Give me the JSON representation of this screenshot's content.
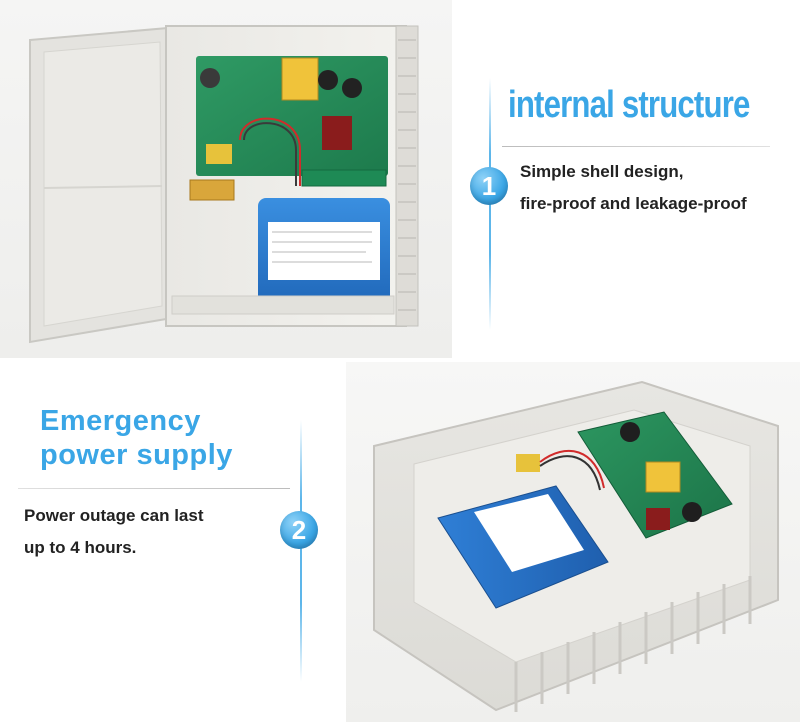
{
  "theme": {
    "accent": "#3aa6e6",
    "accent_light": "#7cc8f2",
    "text_dark": "#222222"
  },
  "section_1": {
    "title": "internal structure",
    "badge": "1",
    "lines": [
      "Simple shell design,",
      "fire-proof and leakage-proof"
    ]
  },
  "section_2": {
    "title_lines": [
      "Emergency",
      "power supply"
    ],
    "badge": "2",
    "lines": [
      "Power outage can last",
      "up to 4 hours."
    ]
  },
  "images": {
    "top": "open-power-supply-box-photo",
    "bottom": "power-supply-box-interior-photo"
  }
}
